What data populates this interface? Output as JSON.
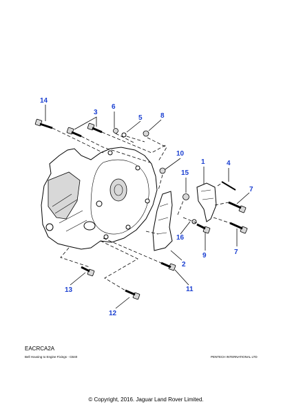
{
  "callouts": [
    {
      "id": "1",
      "text": "1"
    },
    {
      "id": "3",
      "text": "3"
    },
    {
      "id": "4",
      "text": "4"
    },
    {
      "id": "5",
      "text": "5"
    },
    {
      "id": "6",
      "text": "6"
    },
    {
      "id": "7a",
      "text": "7"
    },
    {
      "id": "7b",
      "text": "7"
    },
    {
      "id": "8",
      "text": "8"
    },
    {
      "id": "9",
      "text": "9"
    },
    {
      "id": "10",
      "text": "10"
    },
    {
      "id": "11",
      "text": "11"
    },
    {
      "id": "12",
      "text": "12"
    },
    {
      "id": "13",
      "text": "13"
    },
    {
      "id": "14",
      "text": "14"
    },
    {
      "id": "15",
      "text": "15"
    },
    {
      "id": "16",
      "text": "16"
    },
    {
      "id": "2",
      "text": "2"
    }
  ],
  "footer": {
    "ref_code": "EACRCA2A",
    "caption": "Bell Housing to Engine Fixings - CB40",
    "vendor": "PENTECH INTERNATIONAL LTD",
    "copyright": "© Copyright, 2016. Jaguar Land Rover Limited."
  },
  "colors": {
    "callout": "#1a3fd1",
    "line": "#000000"
  }
}
